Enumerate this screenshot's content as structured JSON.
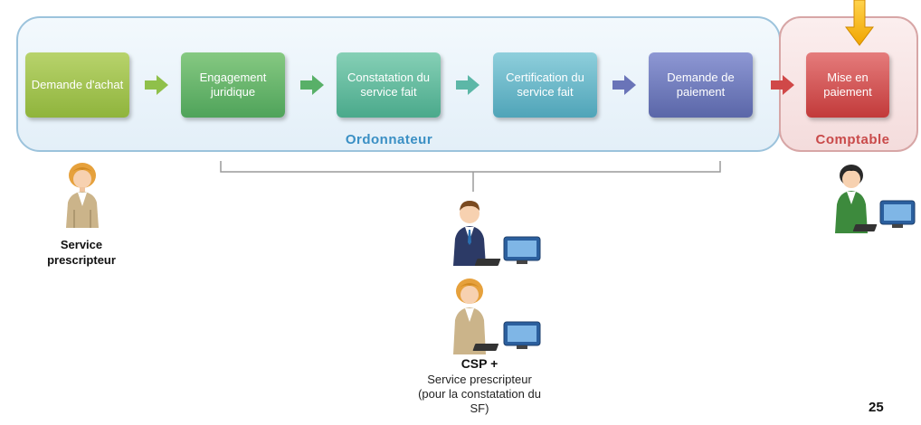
{
  "diagram": {
    "zones": {
      "ordonnateur": {
        "label": "Ordonnateur",
        "color": "#3a8fc4"
      },
      "comptable": {
        "label": "Comptable",
        "color": "#c94a4a"
      }
    },
    "steps": [
      {
        "label": "Demande d'achat"
      },
      {
        "label": "Engagement juridique"
      },
      {
        "label": "Constatation du service fait"
      },
      {
        "label": "Certification du service fait"
      },
      {
        "label": "Demande de paiement"
      },
      {
        "label": "Mise en paiement"
      }
    ],
    "actors": {
      "service_prescripteur": {
        "label_line1": "Service",
        "label_line2": "prescripteur",
        "icon": "person-icon"
      },
      "csp": {
        "title": "CSP +",
        "desc_line1": "Service prescripteur",
        "desc_line2": "(pour la constatation du",
        "desc_line3": "SF)",
        "icons": [
          "person-computer-icon",
          "person-computer-icon"
        ]
      },
      "comptable_actor": {
        "icon": "person-computer-icon"
      }
    },
    "page_number": "25"
  }
}
